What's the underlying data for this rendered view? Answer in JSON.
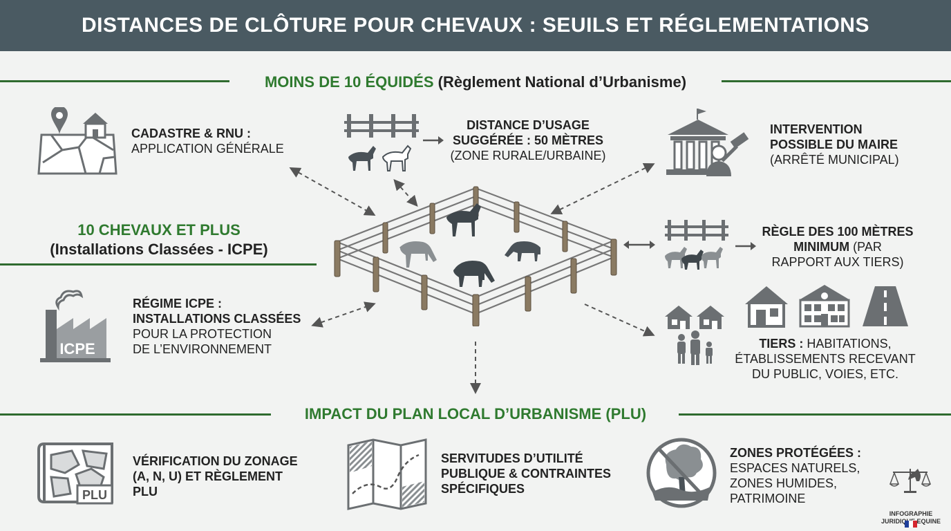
{
  "title": "DISTANCES DE CLÔTURE POUR CHEVAUX : SEUILS ET RÉGLEMENTATIONS",
  "section_rnu": {
    "title_green": "MOINS DE 10 ÉQUIDÉS",
    "title_dark": "(Règlement National d’Urbanisme)"
  },
  "section_icpe": {
    "title_green": "10 CHEVAUX ET PLUS",
    "title_dark": "(Installations Classées - ICPE)"
  },
  "section_plu": {
    "title": "IMPACT DU PLAN LOCAL D’URBANISME (PLU)"
  },
  "cadastre": {
    "bold": "CADASTRE & RNU :",
    "normal": "APPLICATION GÉNÉRALE"
  },
  "distance": {
    "line1": "DISTANCE D’USAGE",
    "line2": "SUGGÉRÉE : 50 MÈTRES",
    "line3": "(ZONE RURALE/URBAINE)"
  },
  "maire": {
    "line1": "INTERVENTION",
    "line2": "POSSIBLE DU MAIRE",
    "line3": "(ARRÊTÉ MUNICIPAL)"
  },
  "regle100": {
    "line1": "RÈGLE DES 100 MÈTRES",
    "line2a": "MINIMUM",
    "line2b": " (PAR",
    "line3": "RAPPORT AUX TIERS)"
  },
  "icpe": {
    "line1": "RÉGIME ICPE :",
    "line2": "INSTALLATIONS CLASSÉES",
    "line3": "POUR LA PROTECTION",
    "line4": "DE L’ENVIRONNEMENT",
    "icon_label": "ICPE"
  },
  "tiers": {
    "bold": "TIERS :",
    "line1": " HABITATIONS,",
    "line2": "ÉTABLISSEMENTS RECEVANT",
    "line3": "DU PUBLIC, VOIES, ETC."
  },
  "plu_zonage": {
    "line1": "VÉRIFICATION DU ZONAGE",
    "line2": "(A, N, U) ET RÈGLEMENT",
    "line3": "PLU",
    "icon_label": "PLU"
  },
  "servitudes": {
    "line1": "SERVITUDES D’UTILITÉ",
    "line2": "PUBLIQUE & CONTRAINTES",
    "line3": "SPÉCIFIQUES"
  },
  "zones": {
    "bold": "ZONES PROTÉGÉES :",
    "line1": "ESPACES NATURELS,",
    "line2": "ZONES HUMIDES,",
    "line3": "PATRIMOINE"
  },
  "badge": {
    "line1": "INFOGRAPHIE",
    "line2": "JURIDIQUE EQUINE"
  },
  "colors": {
    "header": "#4a5a62",
    "accent_green": "#2f7a2f",
    "icon_gray": "#6b6f72",
    "background": "#f2f3f2"
  }
}
